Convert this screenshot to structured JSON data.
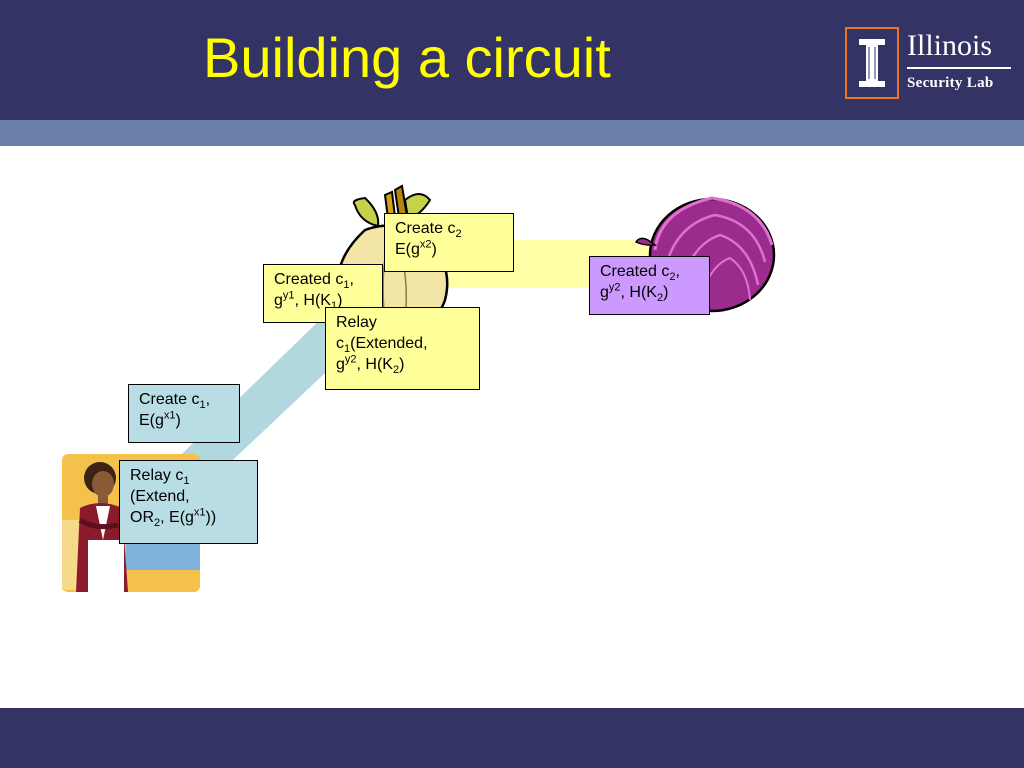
{
  "slide": {
    "title": "Building a circuit",
    "logo": {
      "name": "Illinois",
      "subtitle": "Security Lab"
    }
  },
  "colors": {
    "header": "#333366",
    "strip": "#6b7fa8",
    "title": "#ffff00",
    "logo_border": "#e87722",
    "link_client_or1": "#a9d4dc",
    "link_or1_or2": "#ffff99",
    "box_yellow": "#ffff99",
    "box_blue": "#b9dde4",
    "box_purple": "#cc99ff"
  },
  "nodes": [
    {
      "id": "client",
      "icon": "woman-user-icon"
    },
    {
      "id": "or1",
      "icon": "onion-router-icon"
    },
    {
      "id": "or2",
      "icon": "red-onion-icon"
    }
  ],
  "messages": {
    "create_c2": {
      "l1_pre": "Create c",
      "l1_sub": "2",
      "l2_pre": "E(g",
      "l2_sup": "x2",
      "l2_post": ")"
    },
    "created_c1": {
      "l1_pre": "Created c",
      "l1_sub": "1",
      "l1_post": ",",
      "l2_pre": "g",
      "l2_sup": "y1",
      "l2_mid": ", H(K",
      "l2_sub": "1",
      "l2_post": ")"
    },
    "created_c2": {
      "l1_pre": "Created c",
      "l1_sub": "2",
      "l1_post": ",",
      "l2_pre": "g",
      "l2_sup": "y2",
      "l2_mid": ", H(K",
      "l2_sub": "2",
      "l2_post": ")"
    },
    "relay_extended": {
      "l1": "Relay",
      "l2_pre": "c",
      "l2_sub": "1",
      "l2_post": "(Extended,",
      "l3_pre": "g",
      "l3_sup": "y2",
      "l3_mid": ", H(K",
      "l3_sub": "2",
      "l3_post": ")"
    },
    "create_c1": {
      "l1_pre": "Create c",
      "l1_sub": "1",
      "l1_post": ",",
      "l2_pre": "E(g",
      "l2_sup": "x1",
      "l2_post": ")"
    },
    "relay_extend": {
      "l1_pre": "Relay c",
      "l1_sub": "1",
      "l2": "(Extend,",
      "l3_pre": "OR",
      "l3_sub": "2",
      "l3_mid": ", E(g",
      "l3_sup": "x1",
      "l3_post": "))"
    }
  }
}
